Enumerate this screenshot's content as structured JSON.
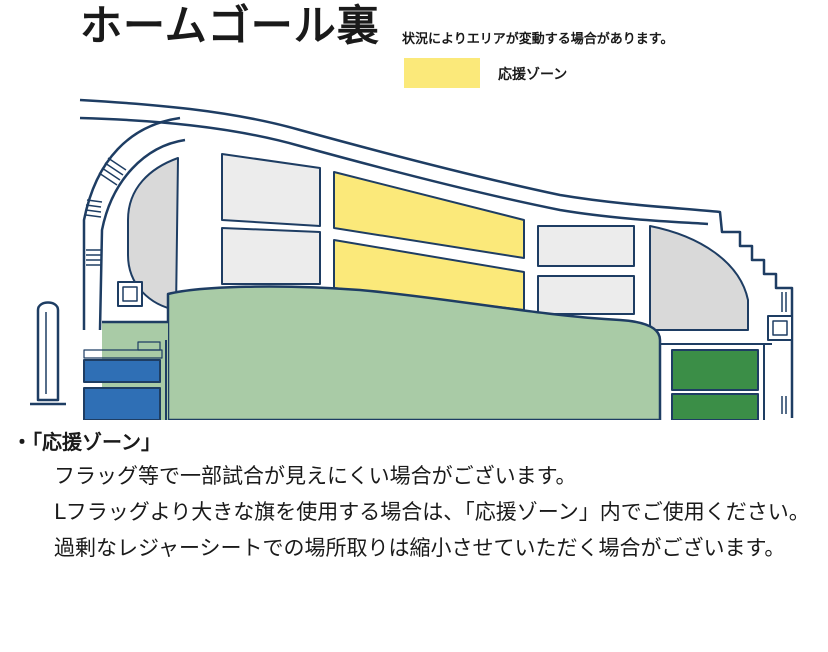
{
  "map": {
    "title": "ホームゴール裏",
    "note": "状況によりエリアが変動する場合があります。",
    "legend": {
      "label": "応援ゾーン",
      "color": "#fbe97a"
    }
  },
  "colors": {
    "line": "#1e3d63",
    "stand": "#ececec",
    "stand_dark": "#d9d9d9",
    "cheer_zone": "#fbe97a",
    "field": "#a9cba6",
    "green_block": "#3b8e47",
    "blue_block": "#2f6fb5"
  },
  "rules": {
    "heading": "・「応援ゾーン」",
    "paragraphs": [
      "フラッグ等で一部試合が見えにくい場合がございます。",
      "Lフラッグより大きな旗を使用する場合は、「応援ゾーン」内でご使用ください。",
      "過剰なレジャーシートでの場所取りは縮小させていただく場合がございます。"
    ]
  }
}
